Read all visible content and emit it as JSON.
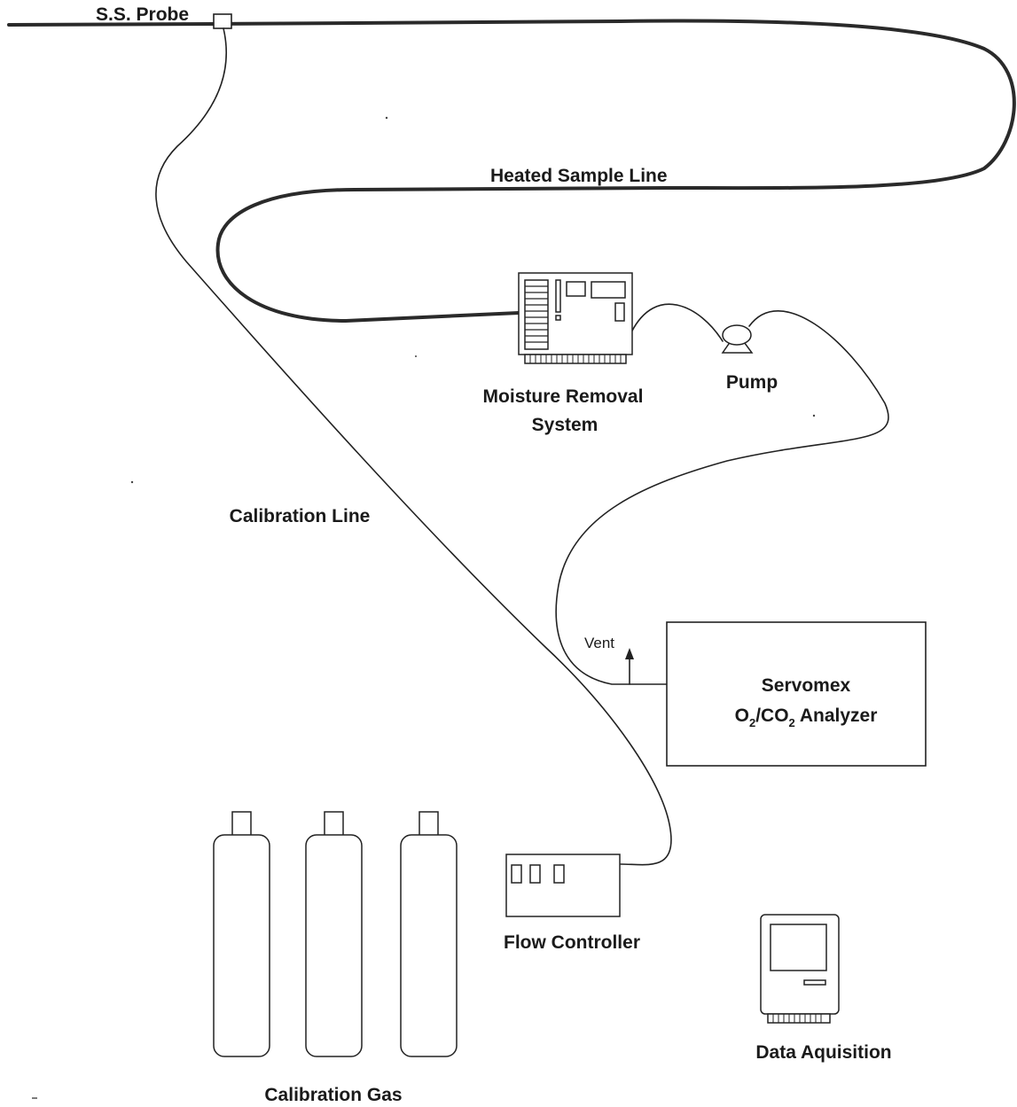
{
  "labels": {
    "probe": "S.S. Probe",
    "heated_line": "Heated Sample Line",
    "moisture_line1": "Moisture Removal",
    "moisture_line2": "System",
    "pump": "Pump",
    "calibration_line": "Calibration Line",
    "vent": "Vent",
    "analyzer_line1": "Servomex",
    "analyzer_o": "O",
    "analyzer_sub1": "2",
    "analyzer_mid": "/CO",
    "analyzer_sub2": "2",
    "analyzer_end": " Analyzer",
    "flow_controller": "Flow Controller",
    "data_acquisition": "Data Aquisition",
    "calibration_gas": "Calibration Gas"
  }
}
